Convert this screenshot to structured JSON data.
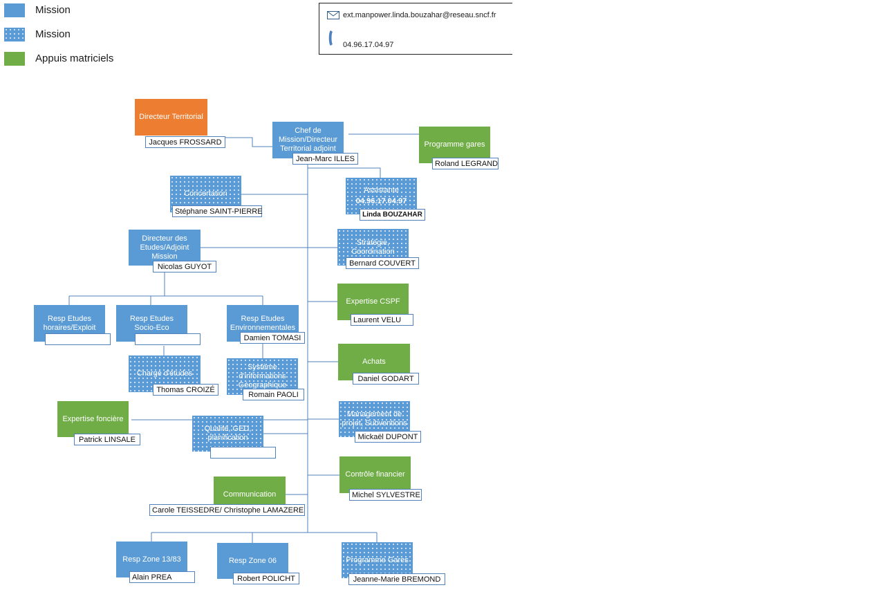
{
  "legend": [
    {
      "label": "Mission",
      "style": "solid-blue"
    },
    {
      "label": "Mission",
      "style": "dotted-blue"
    },
    {
      "label": "Appuis matriciels",
      "style": "green"
    }
  ],
  "contact": {
    "email": "ext.manpower.linda.bouzahar@reseau.sncf.fr",
    "phone": "04.96.17.04.97",
    "icons": [
      "envelope-icon",
      "phone-icon"
    ]
  },
  "colors": {
    "mission": "#5b9bd5",
    "appuis": "#70ad47",
    "directeur": "#ed7d31",
    "connector": "#4f81bd"
  },
  "org": {
    "directeur_territorial": {
      "role": "Directeur Territorial",
      "name": "Jacques FROSSARD"
    },
    "chef_mission": {
      "role": "Chef de Mission/Directeur Territorial adjoint",
      "name": "Jean-Marc ILLES"
    },
    "programme_gares": {
      "role": "Programme gares",
      "name": "Roland LEGRAND"
    },
    "concertation": {
      "role": "Concertation",
      "name": "Stéphane SAINT-PIERRE"
    },
    "assistante": {
      "role": "Assistante",
      "phone": "04.96.17.04.97",
      "name": "Linda BOUZAHAR"
    },
    "directeur_etudes": {
      "role": "Directeur des Etudes/Adjoint Mission",
      "name": "Nicolas GUYOT"
    },
    "strategie": {
      "role": "Stratégie, Coordination",
      "name": "Bernard COUVERT"
    },
    "resp_horaires": {
      "role": "Resp Etudes horaires/Exploit",
      "name": ""
    },
    "resp_socio": {
      "role": "Resp Etudes Socio-Eco",
      "name": ""
    },
    "resp_env": {
      "role": "Resp Etudes Environnementales",
      "name": "Damien TOMASI"
    },
    "expertise_cspf": {
      "role": "Expertise CSPF",
      "name": "Laurent VELU"
    },
    "charge_etudes": {
      "role": "Chargé d'études",
      "name": "Thomas CROIZÉ"
    },
    "sig": {
      "role": "Système d'informations Géographique",
      "name": "Romain PAOLI"
    },
    "achats": {
      "role": "Achats",
      "name": "Daniel GODART"
    },
    "expertise_fonciere": {
      "role": "Expertise foncière",
      "name": "Patrick LINSALE"
    },
    "qualite": {
      "role": "Qualité, GED, planification",
      "name": ""
    },
    "management": {
      "role": "Management de projet, Subventions",
      "name": "Mickaël DUPONT"
    },
    "controle": {
      "role": "Contrôle financier",
      "name": "Michel SYLVESTRE"
    },
    "communication": {
      "role": "Communication",
      "name": "Carole TEISSEDRE/ Christophe LAMAZERE"
    },
    "zone_13_83": {
      "role": "Resp Zone 13/83",
      "name": "Alain PREA"
    },
    "zone_06": {
      "role": "Resp Zone 06",
      "name": "Robert POLICHT"
    },
    "programme_gares_2": {
      "role": "Programme Gares",
      "name": "Jeanne-Marie BREMOND"
    }
  }
}
